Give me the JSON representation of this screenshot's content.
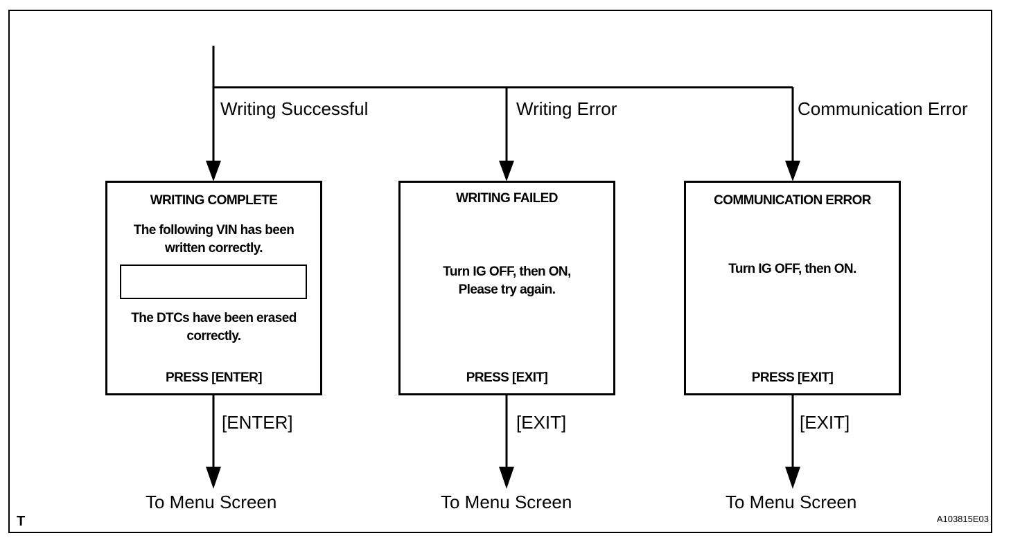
{
  "branches": {
    "success_label": "Writing Successful",
    "error_label": "Writing Error",
    "comm_label": "Communication Error"
  },
  "screens": {
    "complete": {
      "title": "WRITING COMPLETE",
      "line1": "The following VIN has been",
      "line2": "written correctly.",
      "line3": "The DTCs have been erased",
      "line4": "correctly.",
      "prompt": "PRESS [ENTER]"
    },
    "failed": {
      "title": "WRITING  FAILED",
      "line1": "Turn IG OFF, then ON,",
      "line2": "Please try again.",
      "prompt": "PRESS [EXIT]"
    },
    "comm": {
      "title": "COMMUNICATION ERROR",
      "line1": "Turn IG OFF, then ON.",
      "prompt": "PRESS [EXIT]"
    }
  },
  "actions": {
    "enter": "[ENTER]",
    "exit1": "[EXIT]",
    "exit2": "[EXIT]"
  },
  "destinations": {
    "d1": "To Menu Screen",
    "d2": "To Menu Screen",
    "d3": "To Menu Screen"
  },
  "footer": {
    "corner_letter": "T",
    "figure_code": "A103815E03"
  }
}
